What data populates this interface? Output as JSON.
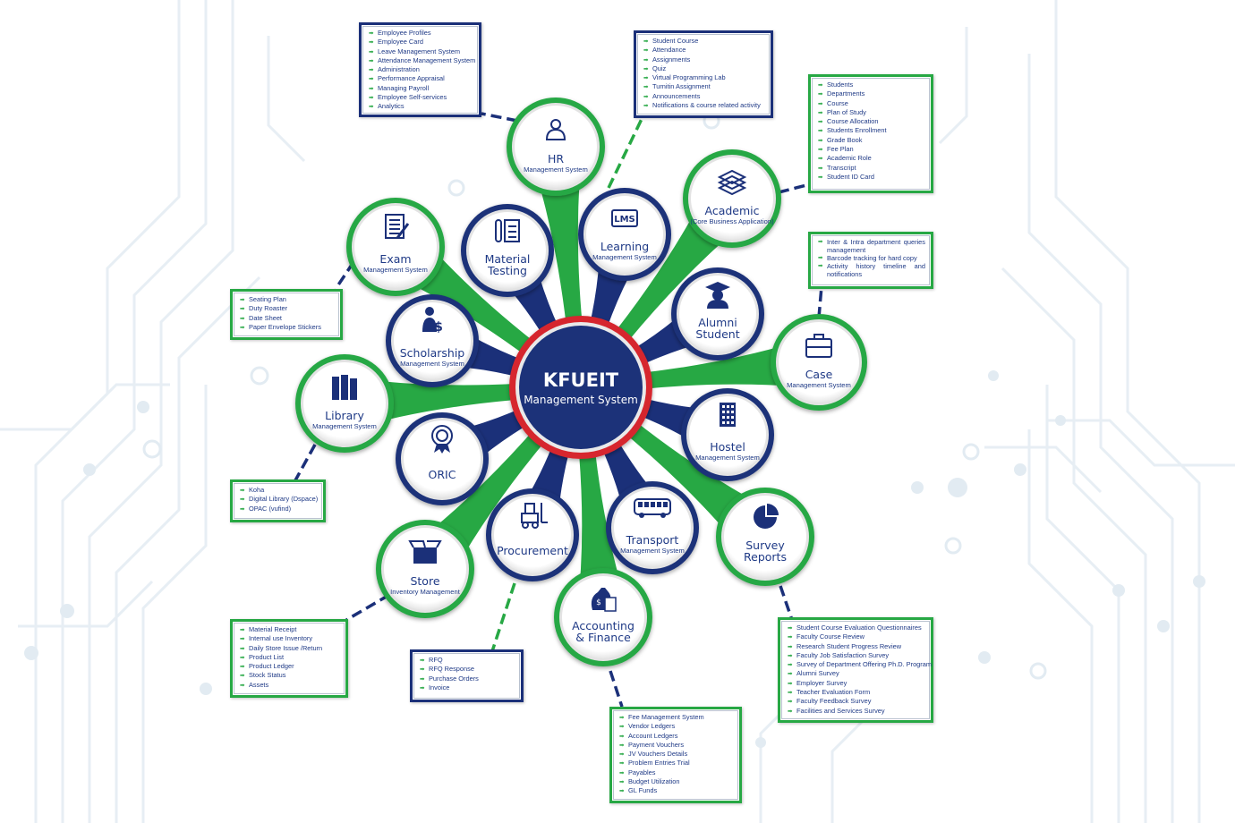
{
  "colors": {
    "green": "#27a844",
    "navy": "#1b3079",
    "hub_red": "#d6262e",
    "text_blue": "#1f3a86"
  },
  "hub": {
    "title": "KFUEIT",
    "subtitle": "Management System"
  },
  "modules": [
    {
      "id": "hr",
      "title": "HR",
      "subtitle": "Management System",
      "icon": "hr-person-icon",
      "ring": "green"
    },
    {
      "id": "academic",
      "title": "Academic",
      "subtitle": "(Core Business Application)",
      "icon": "stack-layers-icon",
      "ring": "green"
    },
    {
      "id": "case",
      "title": "Case",
      "subtitle": "Management System",
      "icon": "briefcase-icon",
      "ring": "green"
    },
    {
      "id": "survey",
      "title": "Survey",
      "title2": "Reports",
      "icon": "pie-chart-icon",
      "ring": "green"
    },
    {
      "id": "accounting",
      "title": "Accounting",
      "title2": "& Finance",
      "icon": "money-calculator-icon",
      "ring": "green"
    },
    {
      "id": "store",
      "title": "Store",
      "subtitle": "Inventory Management",
      "icon": "open-box-icon",
      "ring": "green"
    },
    {
      "id": "library",
      "title": "Library",
      "subtitle": "Management System",
      "icon": "books-icon",
      "ring": "green"
    },
    {
      "id": "exam",
      "title": "Exam",
      "subtitle": "Management System",
      "icon": "exam-paper-icon",
      "ring": "green"
    },
    {
      "id": "material",
      "title": "Material",
      "title2": "Testing",
      "icon": "test-tubes-icon",
      "ring": "navy"
    },
    {
      "id": "learning",
      "title": "Learning",
      "subtitle": "Management System",
      "icon": "lms-icon",
      "ring": "navy"
    },
    {
      "id": "alumni",
      "title": "Alumni",
      "title2": "Student",
      "icon": "graduate-icon",
      "ring": "navy"
    },
    {
      "id": "hostel",
      "title": "Hostel",
      "subtitle": "Management System",
      "icon": "building-icon",
      "ring": "navy"
    },
    {
      "id": "transport",
      "title": "Transport",
      "subtitle": "Management System",
      "icon": "bus-icon",
      "ring": "navy"
    },
    {
      "id": "procurement",
      "title": "Procurement",
      "icon": "forklift-icon",
      "ring": "navy"
    },
    {
      "id": "oric",
      "title": "ORIC",
      "icon": "rosette-icon",
      "ring": "navy"
    },
    {
      "id": "scholarship",
      "title": "Scholarship",
      "subtitle": "Management System",
      "icon": "scholar-money-icon",
      "ring": "navy"
    }
  ],
  "feature_lists": {
    "hr": [
      "Employee Profiles",
      "Employee Card",
      "Leave Management System",
      "Attendance Management System",
      "Administration",
      "Performance Appraisal",
      "Managing Payroll",
      "Employee Self-services",
      "Analytics"
    ],
    "learning": [
      "Student Course",
      "Attendance",
      "Assignments",
      "Quiz",
      "Virtual Programming Lab",
      "Turnitin Assignment",
      "Announcements",
      "Notifications & course related activity"
    ],
    "academic": [
      "Students",
      "Departments",
      "Course",
      "Plan of Study",
      "Course Allocation",
      "Students Enrollment",
      "Grade Book",
      "Fee Plan",
      "Academic Role",
      "Transcript",
      "Student ID Card"
    ],
    "case": [
      "Inter & Intra department queries management",
      "Barcode tracking for hard copy",
      "Activity history timeline and notifications"
    ],
    "exam": [
      "Seating Plan",
      "Duty Roaster",
      "Date Sheet",
      "Paper Envelope Stickers"
    ],
    "library": [
      "Koha",
      "Digital Library (Dspace)",
      "OPAC (vufind)"
    ],
    "store": [
      "Material Receipt",
      "Internal use Inventory",
      "Daily Store Issue /Return",
      "Product List",
      "Product Ledger",
      "Stock Status",
      "Assets"
    ],
    "procurement": [
      "RFQ",
      "RFQ Response",
      "Purchase Orders",
      "Invoice"
    ],
    "accounting": [
      "Fee Management System",
      "Vendor Ledgers",
      "Account Ledgers",
      "Payment Vouchers",
      "JV Vouchers Details",
      "Problem Entries Trial",
      "Payables",
      "Budget Utilization",
      "GL Funds"
    ],
    "survey": [
      "Student Course Evaluation Questionnaires",
      "Faculty Course Review",
      "Research Student Progress Review",
      "Faculty Job Satisfaction Survey",
      "Survey of Department Offering Ph.D. Program",
      "Alumni Survey",
      "Employer Survey",
      "Teacher Evaluation Form",
      "Faculty Feedback Survey",
      "Facilities and Services Survey"
    ]
  }
}
